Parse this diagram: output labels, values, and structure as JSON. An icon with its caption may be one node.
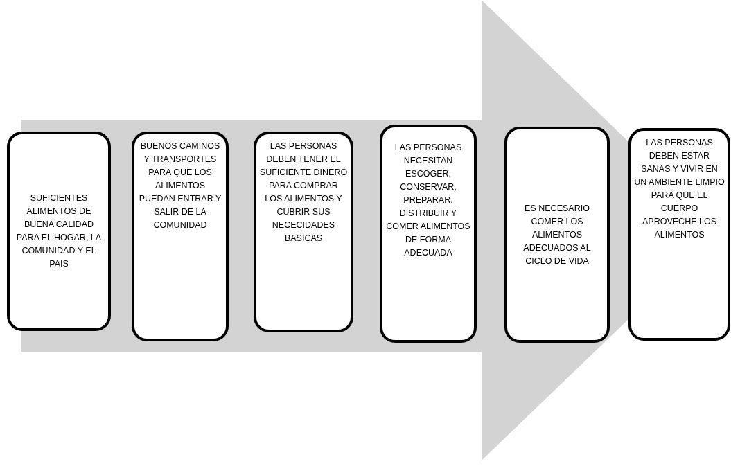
{
  "diagram": {
    "nodes": [
      {
        "text": [
          "SUFICIENTES ALIMENTOS DE BUENA CALIDAD PARA EL HOGAR, LA COMUNIDAD Y EL PAIS"
        ]
      },
      {
        "text": [
          "BUENOS CAMINOS Y TRANSPORTES PARA QUE LOS ALIMENTOS PUEDAN ENTRAR Y SALIR DE LA COMUNIDAD"
        ]
      },
      {
        "text": [
          "LAS PERSONAS DEBEN TENER EL SUFICIENTE DINERO PARA COMPRAR LOS ALIMENTOS Y CUBRIR SUS NECECIDADES BASICAS"
        ]
      },
      {
        "text": [
          "LAS PERSONAS NECESITAN ESCOGER, CONSERVAR, PREPARAR, DISTRIBUIR Y COMER ALIMENTOS DE FORMA ADECUADA"
        ]
      },
      {
        "text": [
          "ES NECESARIO COMER LOS ALIMENTOS ADECUADOS AL CICLO DE VIDA"
        ]
      },
      {
        "text": [
          "LAS PERSONAS DEBEN ESTAR SANAS Y VIVIR EN UN AMBIENTE LIMPIO PARA QUE EL CUERPO APROVECHE LOS ALIMENTOS"
        ]
      }
    ],
    "edges": [
      {
        "from": 0,
        "to": 5,
        "arrow": "to",
        "style": "thick"
      }
    ]
  }
}
